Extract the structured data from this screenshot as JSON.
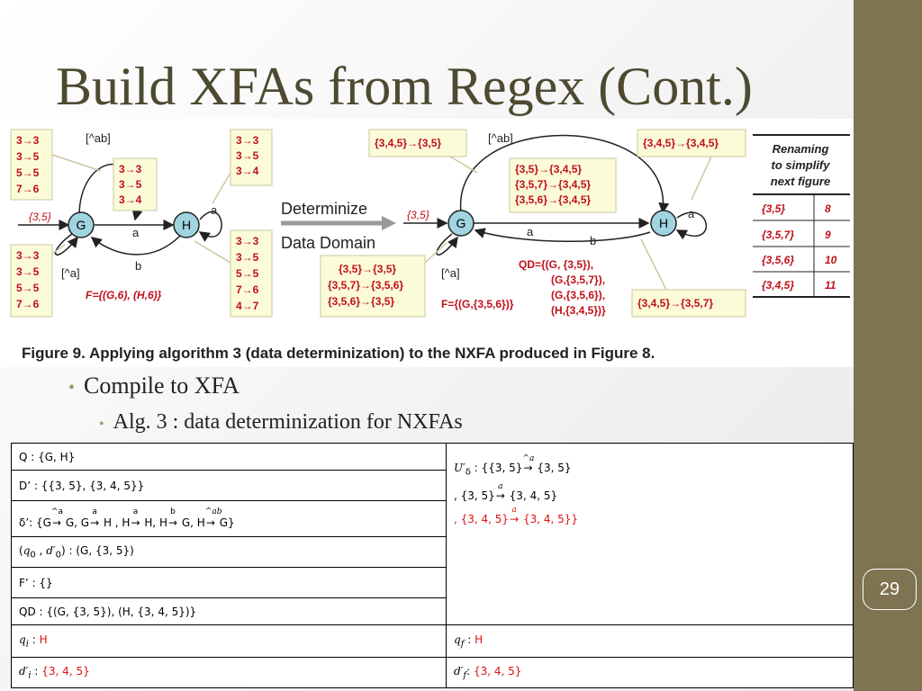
{
  "slide": {
    "title": "Build XFAs from Regex (Cont.)",
    "page_number": "29"
  },
  "figure": {
    "caption": "Figure 9. Applying algorithm 3 (data determinization) to the NXFA produced in Figure 8.",
    "left_diagram": {
      "state_g": "G",
      "state_h": "H",
      "start_label": "{3,5}",
      "label_not_ab": "[^ab]",
      "label_not_a": "[^a]",
      "edge_a": "a",
      "edge_b": "b",
      "self_a": "a",
      "box_top_left": [
        "3→3",
        "3→5",
        "5→5",
        "7→6"
      ],
      "box_mid": [
        "3→3",
        "3→5",
        "3→4"
      ],
      "box_top_right": [
        "3→3",
        "3→5",
        "3→4"
      ],
      "box_bottom_left": [
        "3→3",
        "3→5",
        "5→5",
        "7→6"
      ],
      "box_bottom_right": [
        "3→3",
        "3→5",
        "5→5",
        "7→6",
        "4→7"
      ],
      "final": "F={(G,6), (H,6)}"
    },
    "arrow_label_1": "Determinize",
    "arrow_label_2": "Data Domain",
    "right_diagram": {
      "state_g": "G",
      "state_h": "H",
      "start_label": "{3,5}",
      "label_not_ab": "[^ab]",
      "label_not_a": "[^a]",
      "edge_a": "a",
      "edge_b": "b",
      "self_a": "a",
      "box_top_left": "{3,4,5}→{3,5}",
      "box_top_right": "{3,4,5}→{3,4,5}",
      "box_mid": [
        "{3,5}→{3,4,5}",
        "{3,5,7}→{3,4,5}",
        "{3,5,6}→{3,4,5}"
      ],
      "box_bottom_left": [
        "{3,5}→{3,5}",
        "{3,5,7}→{3,5,6}",
        "{3,5,6}→{3,5}"
      ],
      "box_bottom_right": "{3,4,5}→{3,5,7}",
      "final": "F={(G,{3,5,6})}",
      "qd": [
        "QD={(G,   {3,5}),",
        "(G,{3,5,7}),",
        "(G,{3,5,6}),",
        "(H,{3,4,5})}"
      ]
    },
    "renaming_table": {
      "header": [
        "Renaming",
        "to simplify",
        "next figure"
      ],
      "rows": [
        [
          "{3,5}",
          "8"
        ],
        [
          "{3,5,7}",
          "9"
        ],
        [
          "{3,5,6}",
          "10"
        ],
        [
          "{3,4,5}",
          "11"
        ]
      ]
    }
  },
  "bullets": {
    "level1": "Compile to XFA",
    "level2": "Alg. 3 : data determinization for NXFAs"
  },
  "state_table": {
    "q": "Q : {G, H}",
    "d_prime": "D’ : {{3, 5}, {3, 4, 5}}",
    "delta": {
      "prefix": "δ’: {G",
      "t1_top": "^a",
      "t1_after": " G, G",
      "t2_top": "a",
      "t2_after": " H , H",
      "t3_top": "a",
      "t3_after": " H, H",
      "t4_top": "b",
      "t4_after": " G, H",
      "t5_top": "^ab",
      "t5_after": " G}"
    },
    "initial": {
      "var1": "q",
      "sub1": "0",
      "var2": "d′",
      "sub2": "0",
      "value": ") : (G, {3, 5})"
    },
    "f_prime": "F’ : {}",
    "qd": "QD : {(G, {3, 5}), (H, {3, 4, 5})}",
    "u_delta": {
      "prefix_var": "U′",
      "prefix_sub": "δ",
      "line1_pre": " : {{3, 5}",
      "line1_top": "^a",
      "line1_post": " {3, 5}",
      "line2_pre": ", {3, 5}",
      "line2_top": "a",
      "line2_post": " {3, 4, 5}",
      "line3_pre": ", {3, 4, 5}",
      "line3_top": "a",
      "line3_post": " {3, 4, 5}}"
    },
    "qi": {
      "var": "q",
      "sub": "i",
      "value": "H"
    },
    "qf": {
      "var": "q",
      "sub": "f",
      "value": "H"
    },
    "di": {
      "var": "d′",
      "sub": "i",
      "value": "{3, 4, 5}"
    },
    "df": {
      "var": "d′",
      "sub": "f",
      "value": "{3, 4, 5}"
    }
  },
  "colors": {
    "sidebar": "#7f7452",
    "title": "#4d4a31",
    "red_text": "#c0101a",
    "state_fill": "#9fd4e0",
    "annotation_fill": "#fbfbd8"
  }
}
